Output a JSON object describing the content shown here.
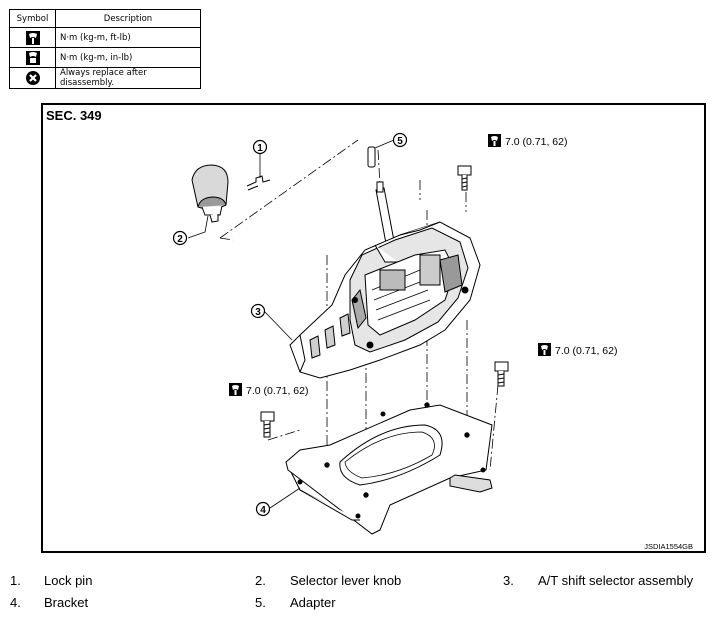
{
  "legend": {
    "header_symbol": "Symbol",
    "header_description": "Description",
    "rows": [
      {
        "icon": "torque-wrench-ft-lb-icon",
        "text": "N·m (kg-m, ft-lb)"
      },
      {
        "icon": "torque-wrench-in-lb-icon",
        "text": "N·m (kg-m, in-lb)"
      },
      {
        "icon": "always-replace-icon",
        "text": "Always replace after disassembly."
      }
    ]
  },
  "diagram": {
    "section": "SEC. 349",
    "figure_id": "JSDIA1554GB",
    "callouts": [
      "1",
      "2",
      "3",
      "4",
      "5"
    ],
    "torque_top": "7.0 (0.71, 62)",
    "torque_right": "7.0 (0.71, 62)",
    "torque_left": "7.0 (0.71, 62)"
  },
  "parts": [
    {
      "num": "1.",
      "name": "Lock pin"
    },
    {
      "num": "2.",
      "name": "Selector lever knob"
    },
    {
      "num": "3.",
      "name": "A/T shift selector assembly"
    },
    {
      "num": "4.",
      "name": "Bracket"
    },
    {
      "num": "5.",
      "name": "Adapter"
    }
  ]
}
